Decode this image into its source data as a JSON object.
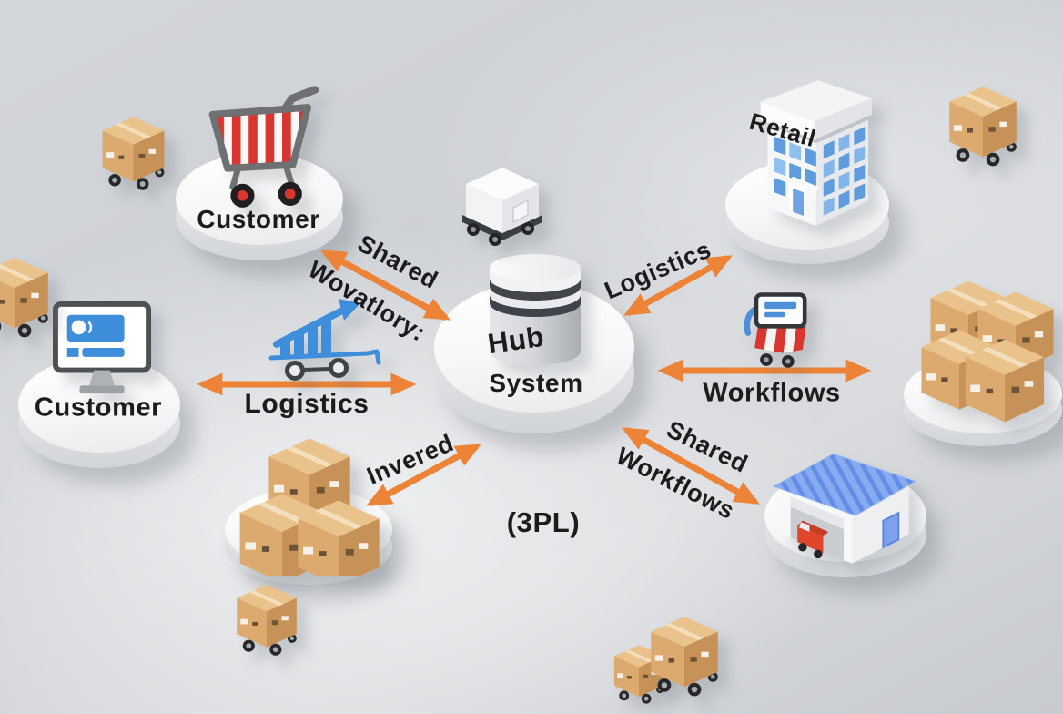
{
  "diagram": {
    "type": "hub-and-spoke-logistics",
    "center_caption": "(3PL)",
    "hub": {
      "cylinder_label": "Hub",
      "platform_label": "System"
    },
    "nodes": [
      {
        "id": "customer-cart",
        "label": "Customer",
        "icon": "shopping-cart"
      },
      {
        "id": "customer-workstation",
        "label": "Customer",
        "icon": "computer-monitor"
      },
      {
        "id": "retail-store",
        "label": "Retail",
        "icon": "retail-building"
      },
      {
        "id": "inventory-stack-left",
        "label": "",
        "icon": "cardboard-box-stack"
      },
      {
        "id": "inventory-stack-right",
        "label": "",
        "icon": "cardboard-box-stack"
      },
      {
        "id": "warehouse-garage",
        "label": "",
        "icon": "garage-with-truck"
      }
    ],
    "edges": [
      {
        "from": "hub",
        "to": "customer-cart",
        "labels": [
          "Shared",
          "Wovatlory:"
        ]
      },
      {
        "from": "hub",
        "to": "customer-workstation",
        "labels": [
          "Logistics"
        ]
      },
      {
        "from": "hub",
        "to": "inventory-stack-left",
        "labels": [
          "Invered"
        ]
      },
      {
        "from": "hub",
        "to": "retail-store",
        "labels": [
          "Logistics"
        ]
      },
      {
        "from": "hub",
        "to": "inventory-stack-right",
        "labels": [
          "Workflows"
        ]
      },
      {
        "from": "hub",
        "to": "warehouse-garage",
        "labels": [
          "Shared",
          "Workflows"
        ]
      }
    ],
    "decorations": [
      "delivery-robot",
      "box-on-wheels-top-left",
      "box-on-wheels-top-right",
      "box-on-wheels-left-edge",
      "box-on-wheels-bottom-left",
      "box-on-wheels-bottom-center-small",
      "box-on-wheels-bottom-center-large",
      "chart-cart",
      "storefront-cart"
    ],
    "colors": {
      "arrow_orange": "#EC8336",
      "box_tan": "#DCAA6E",
      "accent_blue": "#4D8FD9",
      "accent_red": "#D8362F",
      "background_gray": "#D2D5D9",
      "platform_white": "#F8F9FA"
    }
  }
}
